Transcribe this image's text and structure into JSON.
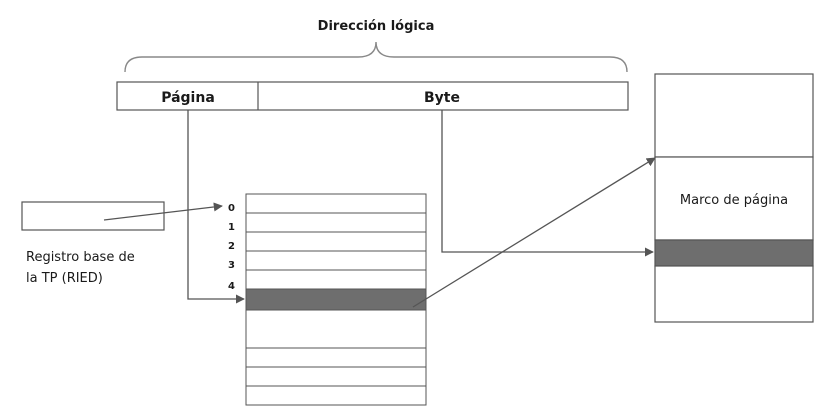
{
  "logical_address": {
    "title": "Dirección lógica",
    "page_field": "Página",
    "byte_field": "Byte"
  },
  "base_register": {
    "label_line1": "Registro base de",
    "label_line2": "la TP (RIED)"
  },
  "page_table": {
    "entry_indices": [
      "0",
      "1",
      "2",
      "3",
      "4"
    ],
    "highlight_color": "#6e6e6e"
  },
  "memory": {
    "frame_label": "Marco de página"
  }
}
